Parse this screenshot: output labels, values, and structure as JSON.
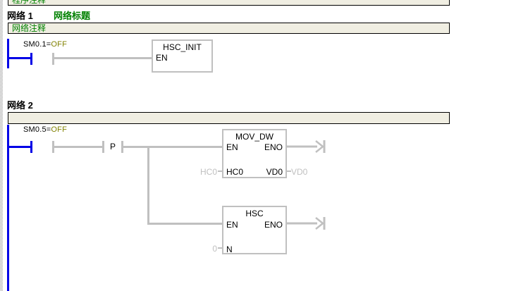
{
  "editor": {
    "program_comment": "程序注释",
    "networks": [
      {
        "label": "网络 1",
        "title": "网络标题",
        "comment": "网络注释",
        "contacts": [
          {
            "address": "SM0.1=",
            "state": "OFF"
          }
        ],
        "boxes": [
          {
            "title": "HSC_INIT",
            "pins": {
              "en": "EN"
            }
          }
        ]
      },
      {
        "label": "网络 2",
        "comment": "",
        "contacts": [
          {
            "address": "SM0.5=",
            "state": "OFF"
          },
          {
            "label": "P"
          }
        ],
        "boxes": [
          {
            "title": "MOV_DW",
            "pins": {
              "en": "EN",
              "eno": "ENO",
              "in": "HC0",
              "out": "VD0"
            },
            "values": {
              "in": "HC0",
              "out": "VD0"
            }
          },
          {
            "title": "HSC",
            "pins": {
              "en": "EN",
              "eno": "ENO",
              "in": "N"
            },
            "values": {
              "in": "0"
            }
          }
        ]
      }
    ]
  },
  "colors": {
    "power_flow_blue": "#0000E6",
    "wire_gray": "#C0C0C0",
    "comment_green": "#008000",
    "state_olive": "#808000",
    "bar_background": "#F0EEE2"
  }
}
